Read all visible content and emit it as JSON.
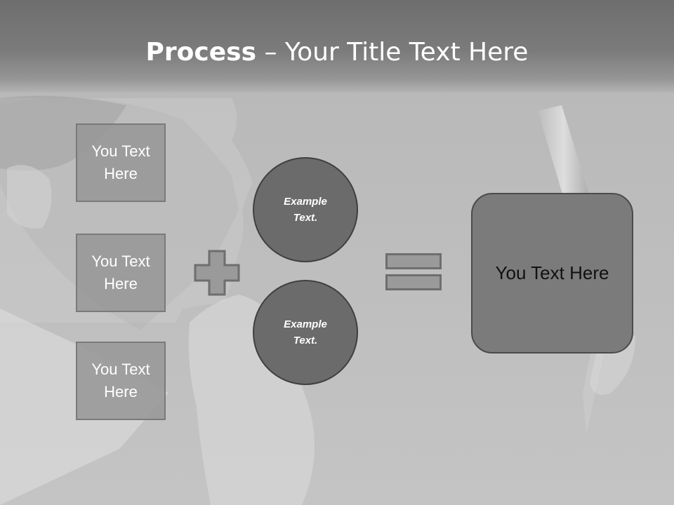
{
  "slide": {
    "title_bold": "Process",
    "title_rest": " – Your Title Text Here"
  },
  "inputs": [
    {
      "label": "You Text Here"
    },
    {
      "label": "You Text Here"
    },
    {
      "label": "You Text Here"
    }
  ],
  "circles": [
    {
      "label": "Example Text."
    },
    {
      "label": "Example Text."
    }
  ],
  "result": {
    "label": "You Text Here"
  },
  "icons": {
    "plus": "plus-icon",
    "equals": "equals-icon"
  },
  "colors": {
    "title_bar": "#7b7b7b",
    "box_fill": "#969696",
    "circle_fill": "#6b6b6b",
    "result_fill": "#7b7b7b",
    "operator_fill": "#9a9a9a"
  }
}
